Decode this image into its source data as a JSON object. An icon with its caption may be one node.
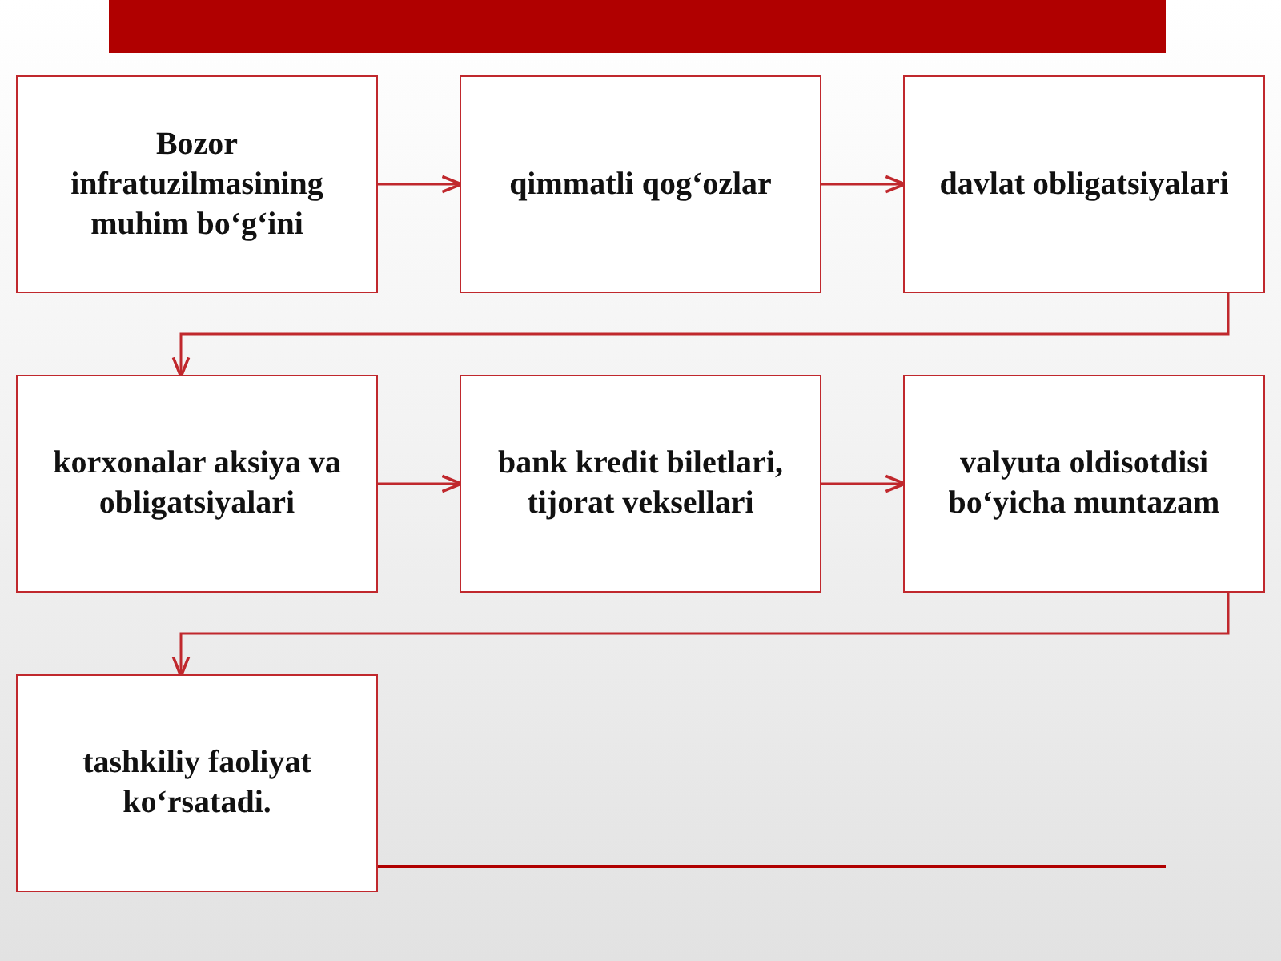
{
  "diagram": {
    "nodes": [
      {
        "text": [
          "Bozor infratuzilmasining muhim bo‘g‘ini"
        ]
      },
      {
        "text": [
          "qimmatli qog‘ozlar"
        ]
      },
      {
        "text": [
          "davlat obligatsiyalari"
        ]
      },
      {
        "text": [
          "korxonalar aksiya va obligatsiyalari"
        ]
      },
      {
        "text": [
          "bank kredit biletlari, tijorat veksellari"
        ]
      },
      {
        "text": [
          "valyuta oldisotdisi bo‘yicha muntazam"
        ]
      },
      {
        "text": [
          "tashkiliy faoliyat ko‘rsatadi."
        ]
      }
    ],
    "edges": [
      {
        "from": 0,
        "to": 1,
        "arrow": "to"
      },
      {
        "from": 1,
        "to": 2,
        "arrow": "to"
      },
      {
        "from": 2,
        "to": 3,
        "arrow": "to"
      },
      {
        "from": 3,
        "to": 4,
        "arrow": "to"
      },
      {
        "from": 4,
        "to": 5,
        "arrow": "to"
      },
      {
        "from": 5,
        "to": 6,
        "arrow": "to"
      }
    ]
  }
}
